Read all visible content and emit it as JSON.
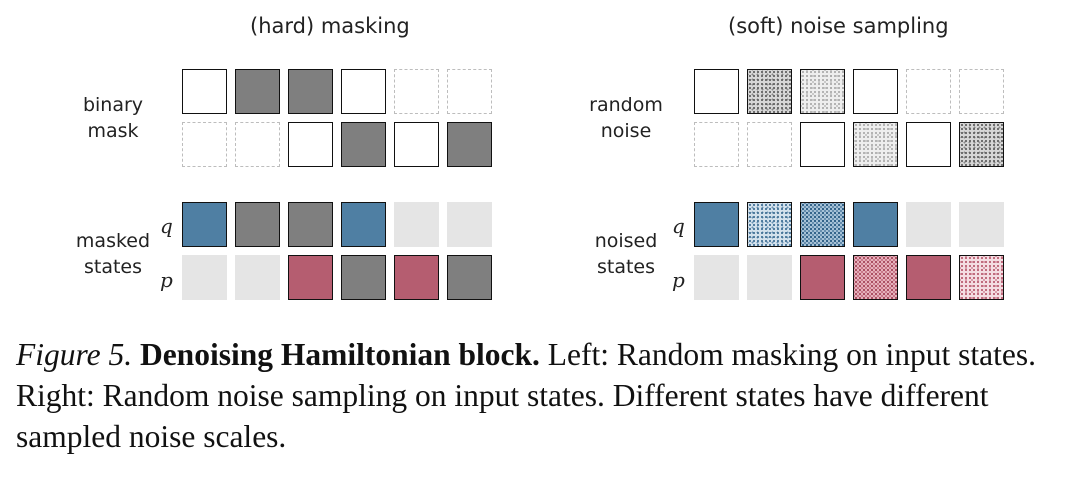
{
  "colors": {
    "gray": "#7f7f7f",
    "blue": "#4f7fa3",
    "red": "#b55d70",
    "light": "#e5e5e5",
    "dashed_border": "#bdbdbd"
  },
  "left": {
    "title": "(hard) masking",
    "mask_label": [
      "binary",
      "mask"
    ],
    "states_label": [
      "masked",
      "states"
    ],
    "q": "q",
    "p": "p",
    "mask_q": [
      "white",
      "gray",
      "gray",
      "white",
      "dashed",
      "dashed"
    ],
    "mask_p": [
      "dashed",
      "dashed",
      "white",
      "gray",
      "white",
      "gray"
    ],
    "states_q": [
      "blue",
      "gray",
      "gray",
      "blue",
      "light",
      "light"
    ],
    "states_p": [
      "light",
      "light",
      "red",
      "gray",
      "red",
      "gray"
    ]
  },
  "right": {
    "title": "(soft) noise sampling",
    "mask_label": [
      "random",
      "noise"
    ],
    "states_label": [
      "noised",
      "states"
    ],
    "q": "q",
    "p": "p",
    "mask_q": [
      "white",
      "noise-gray",
      "noise-gray-light",
      "white",
      "dashed",
      "dashed"
    ],
    "mask_p": [
      "dashed",
      "dashed",
      "white",
      "noise-gray-light",
      "white",
      "noise-gray"
    ],
    "states_q": [
      "blue",
      "noise-blue",
      "noise-blue-dense",
      "blue",
      "light",
      "light"
    ],
    "states_p": [
      "light",
      "light",
      "red",
      "noise-red",
      "red",
      "noise-red-light"
    ]
  },
  "caption": {
    "figure": "Figure 5.",
    "title": "Denoising Hamiltonian block.",
    "text": "Left: Random masking on input states. Right: Random noise sampling on input states. Different states have different sampled noise scales."
  }
}
